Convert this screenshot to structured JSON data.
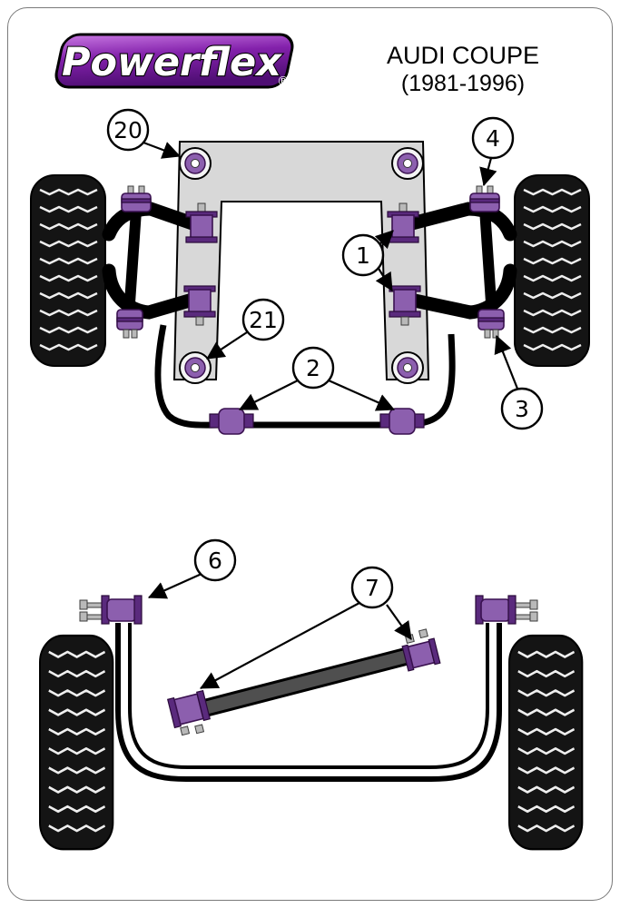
{
  "header": {
    "brand": "Powerflex",
    "registered_mark": "®",
    "model": "AUDI COUPE",
    "years": "(1981-1996)"
  },
  "colors": {
    "bushing_purple": "#8c5fae",
    "bushing_purple_dark": "#5a2a7d",
    "subframe_gray": "#d8d8d8",
    "rod_gray": "#4f4f4f",
    "tire_black": "#141414",
    "logo_purple": "#8321ab"
  },
  "front_diagram": {
    "callouts": [
      {
        "label": "20"
      },
      {
        "label": "4"
      },
      {
        "label": "1"
      },
      {
        "label": "21"
      },
      {
        "label": "2"
      },
      {
        "label": "3"
      }
    ]
  },
  "rear_diagram": {
    "callouts": [
      {
        "label": "6"
      },
      {
        "label": "7"
      }
    ]
  }
}
